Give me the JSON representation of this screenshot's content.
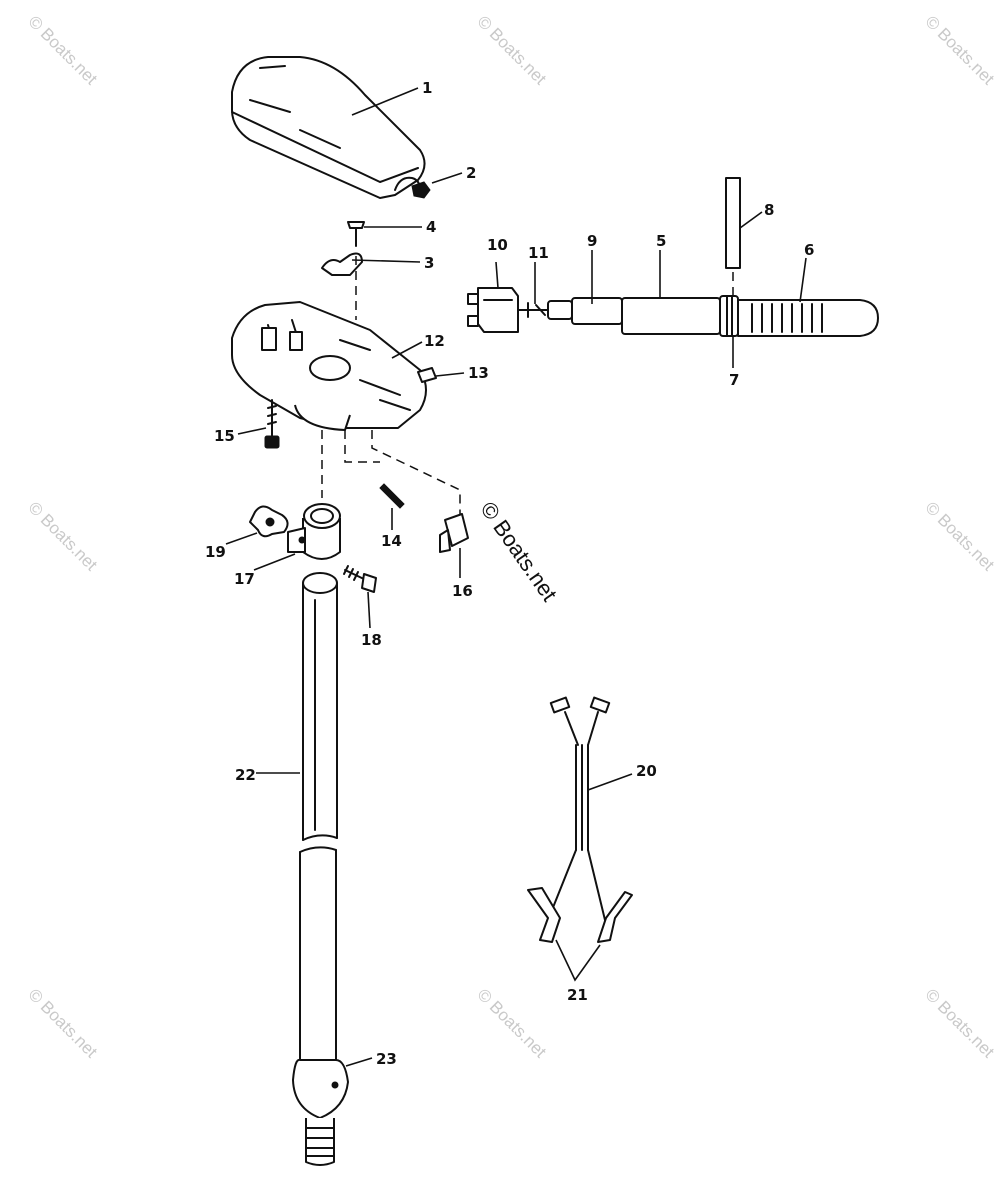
{
  "watermark": {
    "small_text": "© Boats.net",
    "big_text": "© Boats.net"
  },
  "callouts": [
    {
      "id": "1",
      "label": "1"
    },
    {
      "id": "2",
      "label": "2"
    },
    {
      "id": "3",
      "label": "3"
    },
    {
      "id": "4",
      "label": "4"
    },
    {
      "id": "5",
      "label": "5"
    },
    {
      "id": "6",
      "label": "6"
    },
    {
      "id": "7",
      "label": "7"
    },
    {
      "id": "8",
      "label": "8"
    },
    {
      "id": "9",
      "label": "9"
    },
    {
      "id": "10",
      "label": "10"
    },
    {
      "id": "11",
      "label": "11"
    },
    {
      "id": "12",
      "label": "12"
    },
    {
      "id": "13",
      "label": "13"
    },
    {
      "id": "14",
      "label": "14"
    },
    {
      "id": "15",
      "label": "15"
    },
    {
      "id": "16",
      "label": "16"
    },
    {
      "id": "17",
      "label": "17"
    },
    {
      "id": "18",
      "label": "18"
    },
    {
      "id": "19",
      "label": "19"
    },
    {
      "id": "20",
      "label": "20"
    },
    {
      "id": "21",
      "label": "21"
    },
    {
      "id": "22",
      "label": "22"
    },
    {
      "id": "23",
      "label": "23"
    }
  ],
  "colors": {
    "ink": "#111111",
    "watermark": "#c9c9c9",
    "shade": "#b8b8b8"
  }
}
